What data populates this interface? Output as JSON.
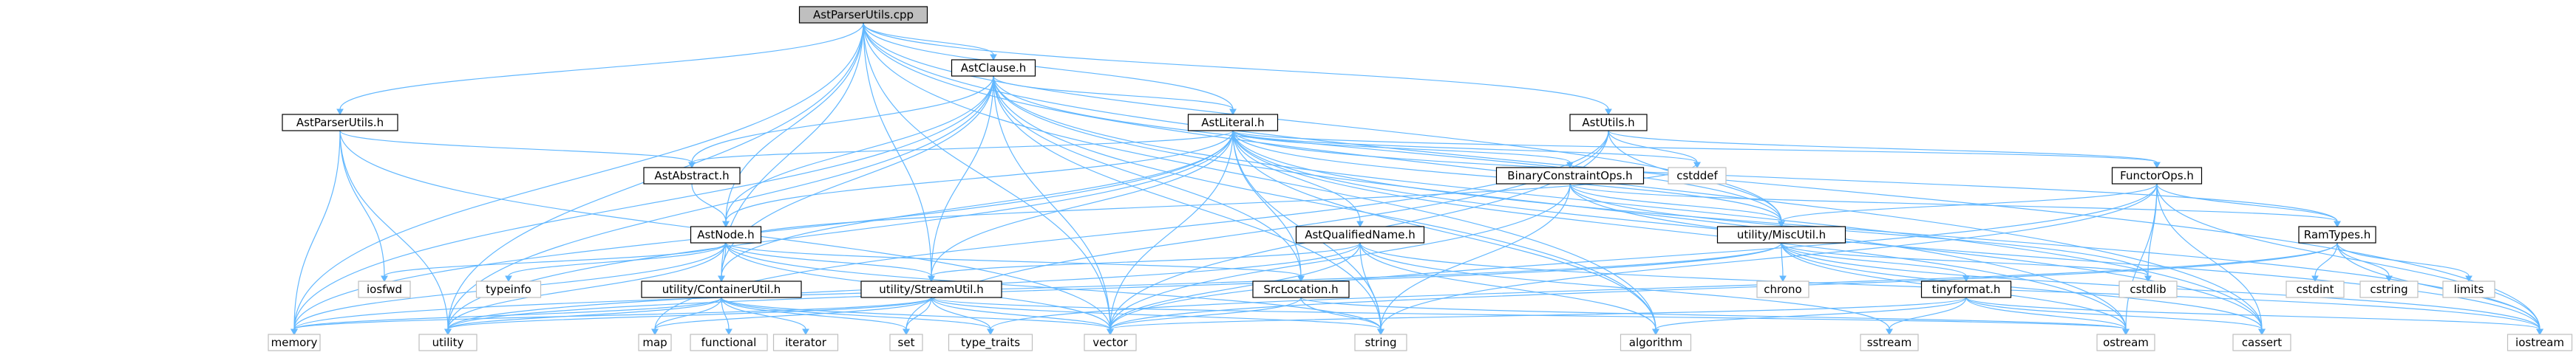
{
  "diagram": {
    "title": "",
    "colors": {
      "edge": "#63b8ff",
      "root_fill": "#bfbfbf",
      "project_border": "#000000",
      "system_border": "#bfbfbf",
      "text": "#000000"
    },
    "nodes": [
      {
        "id": "AstParserUtils_cpp",
        "label": "AstParserUtils.cpp",
        "kind": "root"
      },
      {
        "id": "AstClause_h",
        "label": "AstClause.h",
        "kind": "project"
      },
      {
        "id": "AstParserUtils_h",
        "label": "AstParserUtils.h",
        "kind": "project"
      },
      {
        "id": "AstUtils_h",
        "label": "AstUtils.h",
        "kind": "project"
      },
      {
        "id": "AstLiteral_h",
        "label": "AstLiteral.h",
        "kind": "project"
      },
      {
        "id": "AstAbstract_h",
        "label": "AstAbstract.h",
        "kind": "project"
      },
      {
        "id": "BinaryConstraintOps_h",
        "label": "BinaryConstraintOps.h",
        "kind": "project"
      },
      {
        "id": "FunctorOps_h",
        "label": "FunctorOps.h",
        "kind": "project"
      },
      {
        "id": "AstNode_h",
        "label": "AstNode.h",
        "kind": "project"
      },
      {
        "id": "AstQualifiedName_h",
        "label": "AstQualifiedName.h",
        "kind": "project"
      },
      {
        "id": "utility_MiscUtil_h",
        "label": "utility/MiscUtil.h",
        "kind": "project"
      },
      {
        "id": "RamTypes_h",
        "label": "RamTypes.h",
        "kind": "project"
      },
      {
        "id": "utility_ContainerUtil_h",
        "label": "utility/ContainerUtil.h",
        "kind": "project"
      },
      {
        "id": "utility_StreamUtil_h",
        "label": "utility/StreamUtil.h",
        "kind": "project"
      },
      {
        "id": "SrcLocation_h",
        "label": "SrcLocation.h",
        "kind": "project"
      },
      {
        "id": "tinyformat_h",
        "label": "tinyformat.h",
        "kind": "project"
      },
      {
        "id": "cstddef",
        "label": "cstddef",
        "kind": "system"
      },
      {
        "id": "iosfwd",
        "label": "iosfwd",
        "kind": "system"
      },
      {
        "id": "typeinfo",
        "label": "typeinfo",
        "kind": "system"
      },
      {
        "id": "chrono",
        "label": "chrono",
        "kind": "system"
      },
      {
        "id": "cstdlib",
        "label": "cstdlib",
        "kind": "system"
      },
      {
        "id": "cstdint",
        "label": "cstdint",
        "kind": "system"
      },
      {
        "id": "cstring",
        "label": "cstring",
        "kind": "system"
      },
      {
        "id": "limits",
        "label": "limits",
        "kind": "system"
      },
      {
        "id": "memory",
        "label": "memory",
        "kind": "system"
      },
      {
        "id": "utility",
        "label": "utility",
        "kind": "system"
      },
      {
        "id": "map",
        "label": "map",
        "kind": "system"
      },
      {
        "id": "functional",
        "label": "functional",
        "kind": "system"
      },
      {
        "id": "iterator",
        "label": "iterator",
        "kind": "system"
      },
      {
        "id": "set",
        "label": "set",
        "kind": "system"
      },
      {
        "id": "type_traits",
        "label": "type_traits",
        "kind": "system"
      },
      {
        "id": "vector",
        "label": "vector",
        "kind": "system"
      },
      {
        "id": "string",
        "label": "string",
        "kind": "system"
      },
      {
        "id": "algorithm",
        "label": "algorithm",
        "kind": "system"
      },
      {
        "id": "sstream",
        "label": "sstream",
        "kind": "system"
      },
      {
        "id": "ostream",
        "label": "ostream",
        "kind": "system"
      },
      {
        "id": "cassert",
        "label": "cassert",
        "kind": "system"
      },
      {
        "id": "iostream",
        "label": "iostream",
        "kind": "system"
      }
    ],
    "edges": [
      [
        "AstParserUtils_cpp",
        "AstClause_h"
      ],
      [
        "AstParserUtils_cpp",
        "AstParserUtils_h"
      ],
      [
        "AstParserUtils_cpp",
        "AstUtils_h"
      ],
      [
        "AstParserUtils_cpp",
        "AstLiteral_h"
      ],
      [
        "AstParserUtils_cpp",
        "AstNode_h"
      ],
      [
        "AstParserUtils_cpp",
        "utility_ContainerUtil_h"
      ],
      [
        "AstParserUtils_cpp",
        "utility_StreamUtil_h"
      ],
      [
        "AstParserUtils_cpp",
        "utility_MiscUtil_h"
      ],
      [
        "AstParserUtils_cpp",
        "memory"
      ],
      [
        "AstParserUtils_cpp",
        "utility"
      ],
      [
        "AstParserUtils_cpp",
        "vector"
      ],
      [
        "AstParserUtils_cpp",
        "algorithm"
      ],
      [
        "AstParserUtils_cpp",
        "cassert"
      ],
      [
        "AstParserUtils_cpp",
        "iostream"
      ],
      [
        "AstClause_h",
        "AstAbstract_h"
      ],
      [
        "AstClause_h",
        "AstLiteral_h"
      ],
      [
        "AstClause_h",
        "AstNode_h"
      ],
      [
        "AstClause_h",
        "SrcLocation_h"
      ],
      [
        "AstClause_h",
        "utility_ContainerUtil_h"
      ],
      [
        "AstClause_h",
        "utility_MiscUtil_h"
      ],
      [
        "AstClause_h",
        "utility_StreamUtil_h"
      ],
      [
        "AstClause_h",
        "algorithm"
      ],
      [
        "AstClause_h",
        "cassert"
      ],
      [
        "AstClause_h",
        "memory"
      ],
      [
        "AstClause_h",
        "ostream"
      ],
      [
        "AstClause_h",
        "string"
      ],
      [
        "AstClause_h",
        "utility"
      ],
      [
        "AstClause_h",
        "vector"
      ],
      [
        "AstParserUtils_h",
        "AstAbstract_h"
      ],
      [
        "AstParserUtils_h",
        "iosfwd"
      ],
      [
        "AstParserUtils_h",
        "memory"
      ],
      [
        "AstParserUtils_h",
        "vector"
      ],
      [
        "AstParserUtils_h",
        "utility"
      ],
      [
        "AstUtils_h",
        "cstddef"
      ],
      [
        "AstUtils_h",
        "map"
      ],
      [
        "AstUtils_h",
        "set"
      ],
      [
        "AstUtils_h",
        "vector"
      ],
      [
        "AstUtils_h",
        "utility_MiscUtil_h"
      ],
      [
        "AstUtils_h",
        "FunctorOps_h"
      ],
      [
        "AstLiteral_h",
        "AstAbstract_h"
      ],
      [
        "AstLiteral_h",
        "AstNode_h"
      ],
      [
        "AstLiteral_h",
        "AstQualifiedName_h"
      ],
      [
        "AstLiteral_h",
        "BinaryConstraintOps_h"
      ],
      [
        "AstLiteral_h",
        "FunctorOps_h"
      ],
      [
        "AstLiteral_h",
        "RamTypes_h"
      ],
      [
        "AstLiteral_h",
        "utility_ContainerUtil_h"
      ],
      [
        "AstLiteral_h",
        "utility_MiscUtil_h"
      ],
      [
        "AstLiteral_h",
        "utility_StreamUtil_h"
      ],
      [
        "AstLiteral_h",
        "SrcLocation_h"
      ],
      [
        "AstLiteral_h",
        "algorithm"
      ],
      [
        "AstLiteral_h",
        "cassert"
      ],
      [
        "AstLiteral_h",
        "cstddef"
      ],
      [
        "AstLiteral_h",
        "iostream"
      ],
      [
        "AstLiteral_h",
        "memory"
      ],
      [
        "AstLiteral_h",
        "ostream"
      ],
      [
        "AstLiteral_h",
        "string"
      ],
      [
        "AstLiteral_h",
        "utility"
      ],
      [
        "AstLiteral_h",
        "vector"
      ],
      [
        "AstAbstract_h",
        "AstNode_h"
      ],
      [
        "AstNode_h",
        "SrcLocation_h"
      ],
      [
        "AstNode_h",
        "utility_ContainerUtil_h"
      ],
      [
        "AstNode_h",
        "utility_StreamUtil_h"
      ],
      [
        "AstNode_h",
        "iosfwd"
      ],
      [
        "AstNode_h",
        "typeinfo"
      ],
      [
        "AstNode_h",
        "memory"
      ],
      [
        "AstNode_h",
        "utility"
      ],
      [
        "AstNode_h",
        "vector"
      ],
      [
        "AstNode_h",
        "cstddef"
      ],
      [
        "AstNode_h",
        "string"
      ],
      [
        "BinaryConstraintOps_h",
        "RamTypes_h"
      ],
      [
        "BinaryConstraintOps_h",
        "utility_MiscUtil_h"
      ],
      [
        "BinaryConstraintOps_h",
        "cstdlib"
      ],
      [
        "BinaryConstraintOps_h",
        "iostream"
      ],
      [
        "BinaryConstraintOps_h",
        "string"
      ],
      [
        "BinaryConstraintOps_h",
        "vector"
      ],
      [
        "FunctorOps_h",
        "RamTypes_h"
      ],
      [
        "FunctorOps_h",
        "utility_MiscUtil_h"
      ],
      [
        "FunctorOps_h",
        "cstdlib"
      ],
      [
        "FunctorOps_h",
        "cassert"
      ],
      [
        "FunctorOps_h",
        "iostream"
      ],
      [
        "FunctorOps_h",
        "ostream"
      ],
      [
        "FunctorOps_h",
        "string"
      ],
      [
        "FunctorOps_h",
        "vector"
      ],
      [
        "AstQualifiedName_h",
        "utility_StreamUtil_h"
      ],
      [
        "AstQualifiedName_h",
        "algorithm"
      ],
      [
        "AstQualifiedName_h",
        "iostream"
      ],
      [
        "AstQualifiedName_h",
        "sstream"
      ],
      [
        "AstQualifiedName_h",
        "string"
      ],
      [
        "AstQualifiedName_h",
        "utility"
      ],
      [
        "AstQualifiedName_h",
        "vector"
      ],
      [
        "utility_MiscUtil_h",
        "tinyformat_h"
      ],
      [
        "utility_MiscUtil_h",
        "chrono"
      ],
      [
        "utility_MiscUtil_h",
        "cstdlib"
      ],
      [
        "utility_MiscUtil_h",
        "cassert"
      ],
      [
        "utility_MiscUtil_h",
        "ostream"
      ],
      [
        "utility_MiscUtil_h",
        "iostream"
      ],
      [
        "utility_MiscUtil_h",
        "memory"
      ],
      [
        "utility_MiscUtil_h",
        "utility"
      ],
      [
        "RamTypes_h",
        "cstdint"
      ],
      [
        "RamTypes_h",
        "cstring"
      ],
      [
        "RamTypes_h",
        "limits"
      ],
      [
        "RamTypes_h",
        "iostream"
      ],
      [
        "RamTypes_h",
        "type_traits"
      ],
      [
        "RamTypes_h",
        "vector"
      ],
      [
        "utility_ContainerUtil_h",
        "functional"
      ],
      [
        "utility_ContainerUtil_h",
        "iterator"
      ],
      [
        "utility_ContainerUtil_h",
        "map"
      ],
      [
        "utility_ContainerUtil_h",
        "memory"
      ],
      [
        "utility_ContainerUtil_h",
        "set"
      ],
      [
        "utility_ContainerUtil_h",
        "type_traits"
      ],
      [
        "utility_ContainerUtil_h",
        "utility"
      ],
      [
        "utility_ContainerUtil_h",
        "vector"
      ],
      [
        "utility_StreamUtil_h",
        "map"
      ],
      [
        "utility_StreamUtil_h",
        "memory"
      ],
      [
        "utility_StreamUtil_h",
        "ostream"
      ],
      [
        "utility_StreamUtil_h",
        "set"
      ],
      [
        "utility_StreamUtil_h",
        "string"
      ],
      [
        "utility_StreamUtil_h",
        "utility"
      ],
      [
        "utility_StreamUtil_h",
        "vector"
      ],
      [
        "utility_StreamUtil_h",
        "type_traits"
      ],
      [
        "SrcLocation_h",
        "string"
      ],
      [
        "SrcLocation_h",
        "vector"
      ],
      [
        "SrcLocation_h",
        "ostream"
      ],
      [
        "tinyformat_h",
        "algorithm"
      ],
      [
        "tinyformat_h",
        "cassert"
      ],
      [
        "tinyformat_h",
        "iostream"
      ],
      [
        "tinyformat_h",
        "sstream"
      ],
      [
        "tinyformat_h",
        "ostream"
      ],
      [
        "tinyformat_h",
        "vector"
      ]
    ]
  }
}
